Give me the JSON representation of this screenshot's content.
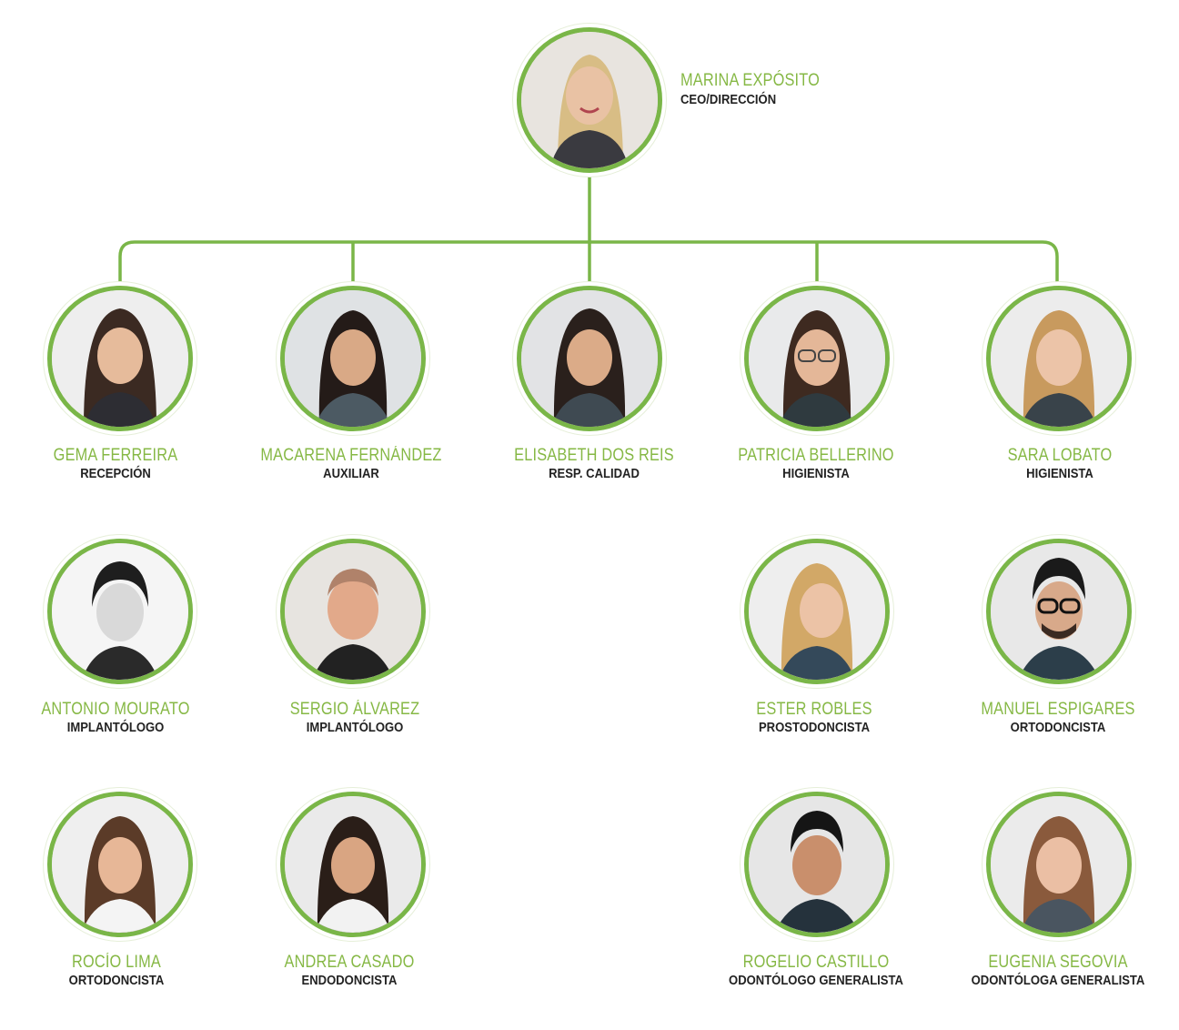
{
  "colors": {
    "accent": "#7ab648",
    "name_text": "#86b845",
    "role_text": "#222222",
    "background": "#ffffff"
  },
  "director": {
    "name": "MARINA EXPÓSITO",
    "role": "CEO/DIRECCIÓN",
    "photo": "photo-portrait"
  },
  "team_row_1": [
    {
      "name": "GEMA FERREIRA",
      "role": "RECEPCIÓN",
      "photo": "photo-portrait"
    },
    {
      "name": "MACARENA FERNÁNDEZ",
      "role": "AUXILIAR",
      "photo": "photo-portrait"
    },
    {
      "name": "ELISABETH DOS REIS",
      "role": "RESP. CALIDAD",
      "photo": "photo-portrait"
    },
    {
      "name": "PATRICIA BELLERINO",
      "role": "HIGIENISTA",
      "photo": "photo-portrait"
    },
    {
      "name": "SARA LOBATO",
      "role": "HIGIENISTA",
      "photo": "photo-portrait"
    }
  ],
  "team_row_2": [
    {
      "name": "ANTONIO MOURATO",
      "role": "IMPLANTÓLOGO",
      "photo": "photo-portrait"
    },
    {
      "name": "SERGIO ÁLVAREZ",
      "role": "IMPLANTÓLOGO",
      "photo": "photo-portrait"
    },
    {
      "name": "ESTER ROBLES",
      "role": "PROSTODONCISTA",
      "photo": "photo-portrait"
    },
    {
      "name": "MANUEL ESPIGARES",
      "role": "ORTODONCISTA",
      "photo": "photo-portrait"
    }
  ],
  "team_row_3": [
    {
      "name": "ROCÍO LIMA",
      "role": "ORTODONCISTA",
      "photo": "photo-portrait"
    },
    {
      "name": "ANDREA CASADO",
      "role": "ENDODONCISTA",
      "photo": "photo-portrait"
    },
    {
      "name": "ROGELIO CASTILLO",
      "role": "ODONTÓLOGO GENERALISTA",
      "photo": "photo-portrait"
    },
    {
      "name": "EUGENIA SEGOVIA",
      "role": "ODONTÓLOGA GENERALISTA",
      "photo": "photo-portrait"
    }
  ]
}
